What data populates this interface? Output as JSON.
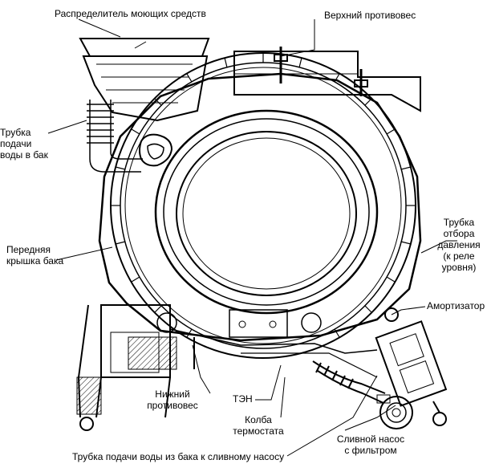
{
  "labels": {
    "dispenser": "Распределитель моющих средств",
    "top_counterweight": "Верхний противовес",
    "fill_pipe": [
      "Трубка",
      "подачи",
      "воды в бак"
    ],
    "front_cover": [
      "Передняя",
      "крышка бака"
    ],
    "pressure_pipe": [
      "Трубка",
      "отбора",
      "давления",
      "(к реле",
      "уровня)"
    ],
    "shock_absorber": "Амортизатор",
    "bottom_counterweight": [
      "Нижний",
      "противовес"
    ],
    "heater": "ТЭН",
    "thermostat_bulb": [
      "Колба",
      "термостата"
    ],
    "drain_pipe": "Трубка подачи воды из бака к сливному насосу",
    "drain_pump": [
      "Сливной насос",
      "с фильтром"
    ]
  }
}
